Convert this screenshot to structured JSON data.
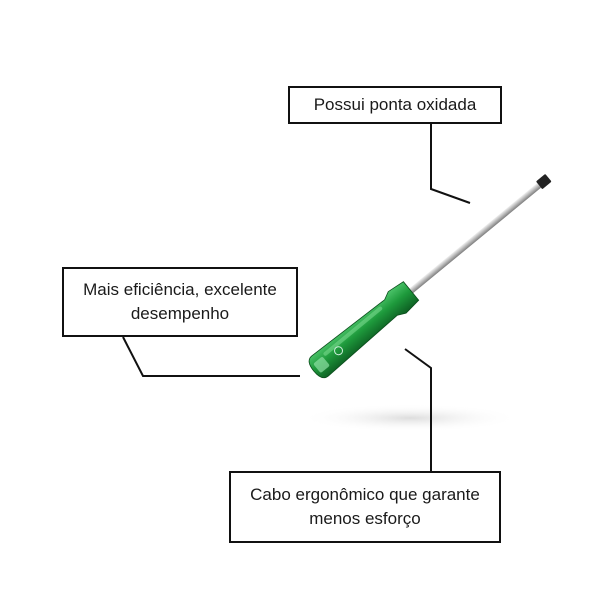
{
  "callouts": {
    "tip": {
      "text": "Possui ponta oxidada"
    },
    "efficiency": {
      "line1": "Mais eficiência, excelente",
      "line2": "desempenho"
    },
    "grip": {
      "line1": "Cabo ergonômico que garante",
      "line2": "menos esforço"
    }
  },
  "product": {
    "name": "screwdriver",
    "handle_color": "#1e9a3c",
    "shaft_color": "#c8c8c8",
    "tip_color": "#222222"
  }
}
